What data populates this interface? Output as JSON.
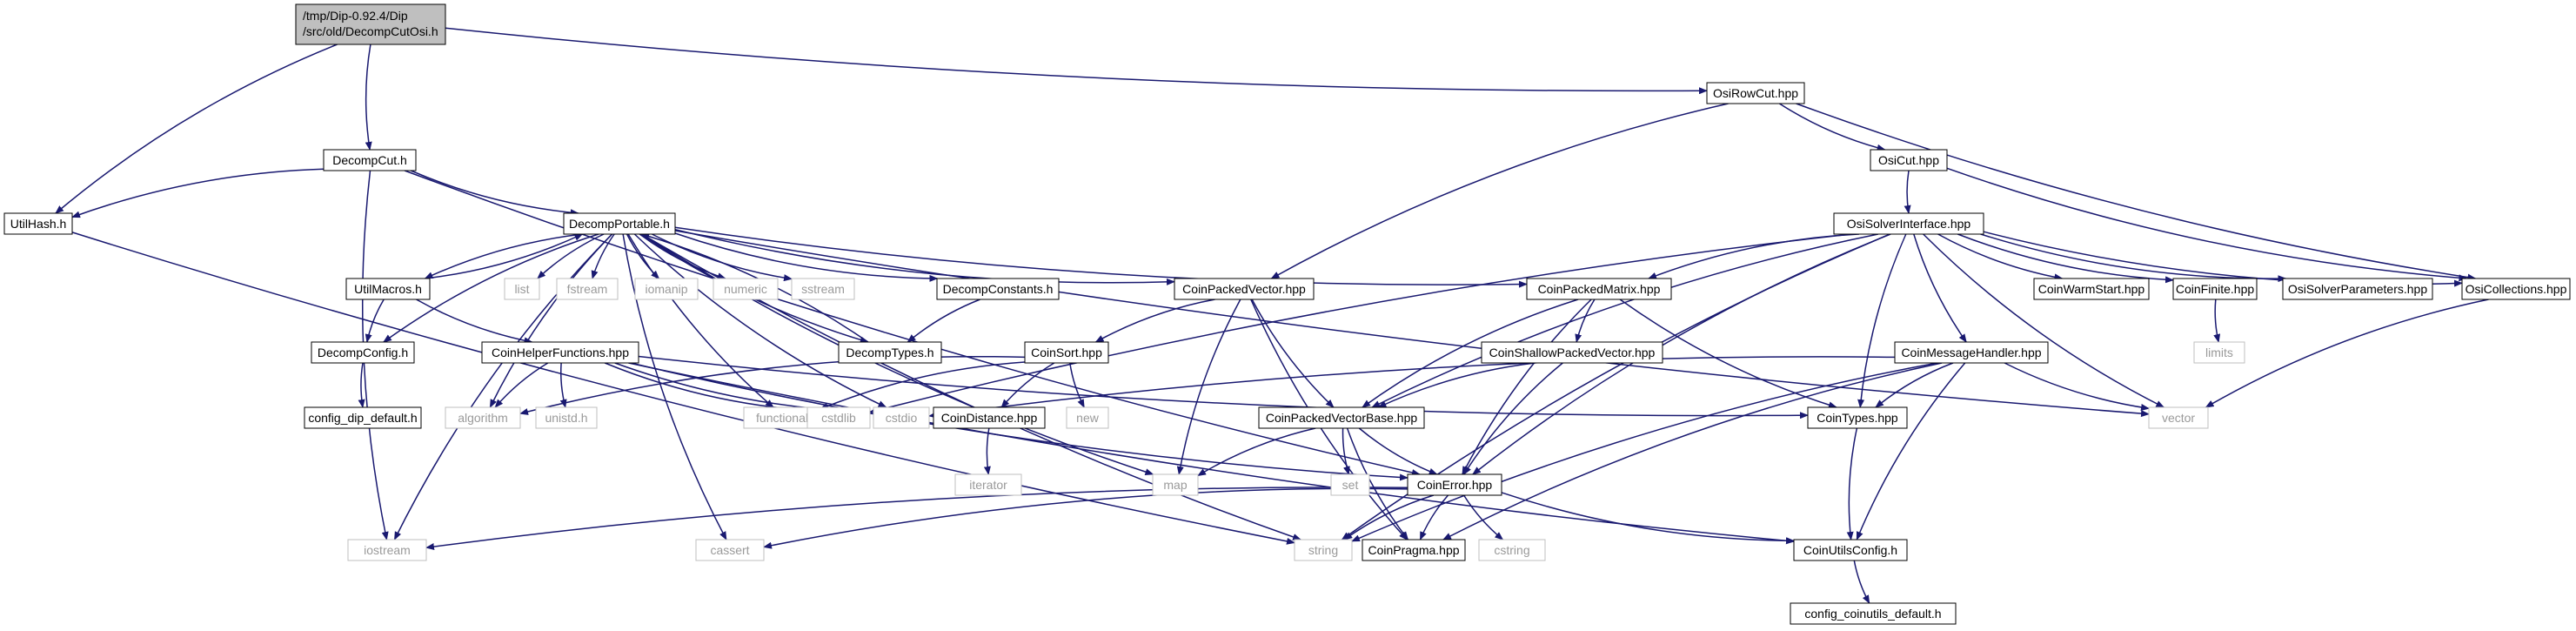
{
  "colors": {
    "edge": "#191970",
    "node_border": "#000000",
    "system_border": "#bfbfbf",
    "root_fill": "#bfbfbf",
    "system_text": "#9a9a9a"
  },
  "nodes": [
    {
      "id": "root",
      "label": "/tmp/Dip-0.92.4/Dip\n/src/old/DecompCutOsi.h",
      "kind": "root"
    },
    {
      "id": "utilhash",
      "label": "UtilHash.h",
      "kind": "file"
    },
    {
      "id": "decompcut",
      "label": "DecompCut.h",
      "kind": "file"
    },
    {
      "id": "decompportable",
      "label": "DecompPortable.h",
      "kind": "file"
    },
    {
      "id": "utilmacros",
      "label": "UtilMacros.h",
      "kind": "file"
    },
    {
      "id": "decompconfig",
      "label": "DecompConfig.h",
      "kind": "file"
    },
    {
      "id": "configdip",
      "label": "config_dip_default.h",
      "kind": "file"
    },
    {
      "id": "coinhelper",
      "label": "CoinHelperFunctions.hpp",
      "kind": "file"
    },
    {
      "id": "decompconstants",
      "label": "DecompConstants.h",
      "kind": "file"
    },
    {
      "id": "decomptypes",
      "label": "DecompTypes.h",
      "kind": "file"
    },
    {
      "id": "coinpackedvector",
      "label": "CoinPackedVector.hpp",
      "kind": "file"
    },
    {
      "id": "coinsort",
      "label": "CoinSort.hpp",
      "kind": "file"
    },
    {
      "id": "coindistance",
      "label": "CoinDistance.hpp",
      "kind": "file"
    },
    {
      "id": "coinpackedvectorbase",
      "label": "CoinPackedVectorBase.hpp",
      "kind": "file"
    },
    {
      "id": "coinerror",
      "label": "CoinError.hpp",
      "kind": "file"
    },
    {
      "id": "coinpragma",
      "label": "CoinPragma.hpp",
      "kind": "file"
    },
    {
      "id": "coinutilsconfig",
      "label": "CoinUtilsConfig.h",
      "kind": "file"
    },
    {
      "id": "configcoinutils",
      "label": "config_coinutils_default.h",
      "kind": "file"
    },
    {
      "id": "cointypes",
      "label": "CoinTypes.hpp",
      "kind": "file"
    },
    {
      "id": "coinpackedmatrix",
      "label": "CoinPackedMatrix.hpp",
      "kind": "file"
    },
    {
      "id": "coinshallow",
      "label": "CoinShallowPackedVector.hpp",
      "kind": "file"
    },
    {
      "id": "osirowcut",
      "label": "OsiRowCut.hpp",
      "kind": "file"
    },
    {
      "id": "osicut",
      "label": "OsiCut.hpp",
      "kind": "file"
    },
    {
      "id": "osisolver",
      "label": "OsiSolverInterface.hpp",
      "kind": "file"
    },
    {
      "id": "coinwarmstart",
      "label": "CoinWarmStart.hpp",
      "kind": "file"
    },
    {
      "id": "coinfinite",
      "label": "CoinFinite.hpp",
      "kind": "file"
    },
    {
      "id": "osisolverparams",
      "label": "OsiSolverParameters.hpp",
      "kind": "file"
    },
    {
      "id": "osicollections",
      "label": "OsiCollections.hpp",
      "kind": "file"
    },
    {
      "id": "coinmessage",
      "label": "CoinMessageHandler.hpp",
      "kind": "file"
    },
    {
      "id": "list",
      "label": "list",
      "kind": "system"
    },
    {
      "id": "fstream",
      "label": "fstream",
      "kind": "system"
    },
    {
      "id": "iomanip",
      "label": "iomanip",
      "kind": "system"
    },
    {
      "id": "numeric",
      "label": "numeric",
      "kind": "system"
    },
    {
      "id": "sstream",
      "label": "sstream",
      "kind": "system"
    },
    {
      "id": "algorithm",
      "label": "algorithm",
      "kind": "system"
    },
    {
      "id": "unistd",
      "label": "unistd.h",
      "kind": "system"
    },
    {
      "id": "functional",
      "label": "functional",
      "kind": "system"
    },
    {
      "id": "cstdlib",
      "label": "cstdlib",
      "kind": "system"
    },
    {
      "id": "cstdio",
      "label": "cstdio",
      "kind": "system"
    },
    {
      "id": "new",
      "label": "new",
      "kind": "system"
    },
    {
      "id": "iterator",
      "label": "iterator",
      "kind": "system"
    },
    {
      "id": "map",
      "label": "map",
      "kind": "system"
    },
    {
      "id": "set",
      "label": "set",
      "kind": "system"
    },
    {
      "id": "iostream",
      "label": "iostream",
      "kind": "system"
    },
    {
      "id": "cassert",
      "label": "cassert",
      "kind": "system"
    },
    {
      "id": "string",
      "label": "string",
      "kind": "system"
    },
    {
      "id": "cstring",
      "label": "cstring",
      "kind": "system"
    },
    {
      "id": "limits",
      "label": "limits",
      "kind": "system"
    },
    {
      "id": "vector",
      "label": "vector",
      "kind": "system"
    }
  ],
  "edges": [
    [
      "root",
      "utilhash"
    ],
    [
      "root",
      "decompcut"
    ],
    [
      "root",
      "osirowcut"
    ],
    [
      "decompcut",
      "utilhash"
    ],
    [
      "decompcut",
      "decompportable"
    ],
    [
      "decompcut",
      "iostream"
    ],
    [
      "decompcut",
      "coinerror"
    ],
    [
      "utilhash",
      "string"
    ],
    [
      "decompportable",
      "utilmacros"
    ],
    [
      "decompportable",
      "decompconfig"
    ],
    [
      "decompportable",
      "list"
    ],
    [
      "decompportable",
      "fstream"
    ],
    [
      "decompportable",
      "iomanip"
    ],
    [
      "decompportable",
      "numeric"
    ],
    [
      "decompportable",
      "sstream"
    ],
    [
      "decompportable",
      "decompconstants"
    ],
    [
      "decompportable",
      "decomptypes"
    ],
    [
      "decompportable",
      "coinpackedvector"
    ],
    [
      "decompportable",
      "coinpackedmatrix"
    ],
    [
      "decompportable",
      "algorithm"
    ],
    [
      "decompportable",
      "functional"
    ],
    [
      "decompportable",
      "cstdio"
    ],
    [
      "decompportable",
      "map"
    ],
    [
      "decompportable",
      "iostream"
    ],
    [
      "decompportable",
      "cassert"
    ],
    [
      "decompportable",
      "string"
    ],
    [
      "decompportable",
      "vector"
    ],
    [
      "utilmacros",
      "decompportable"
    ],
    [
      "utilmacros",
      "decompconfig"
    ],
    [
      "utilmacros",
      "coinhelper"
    ],
    [
      "decompconfig",
      "configdip"
    ],
    [
      "decompconstants",
      "decomptypes"
    ],
    [
      "decomptypes",
      "decompportable"
    ],
    [
      "coinhelper",
      "algorithm"
    ],
    [
      "coinhelper",
      "unistd"
    ],
    [
      "coinhelper",
      "cstdlib"
    ],
    [
      "coinhelper",
      "cstdio"
    ],
    [
      "coinhelper",
      "coinerror"
    ],
    [
      "coinhelper",
      "cointypes"
    ],
    [
      "coinhelper",
      "coinutilsconfig"
    ],
    [
      "coinpackedvector",
      "coinsort"
    ],
    [
      "coinpackedvector",
      "coinpackedvectorbase"
    ],
    [
      "coinpackedvector",
      "map"
    ],
    [
      "coinpackedvector",
      "coinpragma"
    ],
    [
      "coinsort",
      "algorithm"
    ],
    [
      "coinsort",
      "functional"
    ],
    [
      "coinsort",
      "new"
    ],
    [
      "coinsort",
      "coindistance"
    ],
    [
      "coindistance",
      "iterator"
    ],
    [
      "coinpackedvectorbase",
      "set"
    ],
    [
      "coinpackedvectorbase",
      "map"
    ],
    [
      "coinpackedvectorbase",
      "coinerror"
    ],
    [
      "coinpackedvectorbase",
      "coinpragma"
    ],
    [
      "coinerror",
      "string"
    ],
    [
      "coinerror",
      "iostream"
    ],
    [
      "coinerror",
      "cassert"
    ],
    [
      "coinerror",
      "cstring"
    ],
    [
      "coinerror",
      "coinpragma"
    ],
    [
      "coinerror",
      "coinutilsconfig"
    ],
    [
      "coinutilsconfig",
      "configcoinutils"
    ],
    [
      "cointypes",
      "coinutilsconfig"
    ],
    [
      "coinpackedmatrix",
      "coinshallow"
    ],
    [
      "coinpackedmatrix",
      "coinpackedvectorbase"
    ],
    [
      "coinpackedmatrix",
      "coinerror"
    ],
    [
      "coinpackedmatrix",
      "cointypes"
    ],
    [
      "coinshallow",
      "coinpackedvectorbase"
    ],
    [
      "coinshallow",
      "coinerror"
    ],
    [
      "osirowcut",
      "osicut"
    ],
    [
      "osirowcut",
      "coinpackedvector"
    ],
    [
      "osirowcut",
      "osicollections"
    ],
    [
      "osicut",
      "osisolver"
    ],
    [
      "osicut",
      "osicollections"
    ],
    [
      "osisolver",
      "coinpackedvectorbase"
    ],
    [
      "osisolver",
      "coinpackedmatrix"
    ],
    [
      "osisolver",
      "coinwarmstart"
    ],
    [
      "osisolver",
      "coinfinite"
    ],
    [
      "osisolver",
      "osisolverparams"
    ],
    [
      "osisolver",
      "osicollections"
    ],
    [
      "osisolver",
      "coinmessage"
    ],
    [
      "osisolver",
      "cointypes"
    ],
    [
      "osisolver",
      "vector"
    ],
    [
      "osisolver",
      "string"
    ],
    [
      "osisolver",
      "cstdlib"
    ],
    [
      "osisolver",
      "coinerror"
    ],
    [
      "coinfinite",
      "limits"
    ],
    [
      "osicollections",
      "vector"
    ],
    [
      "coinmessage",
      "cstdio"
    ],
    [
      "coinmessage",
      "vector"
    ],
    [
      "coinmessage",
      "cointypes"
    ],
    [
      "coinmessage",
      "string"
    ],
    [
      "coinmessage",
      "coinpragma"
    ],
    [
      "coinmessage",
      "coinutilsconfig"
    ]
  ]
}
